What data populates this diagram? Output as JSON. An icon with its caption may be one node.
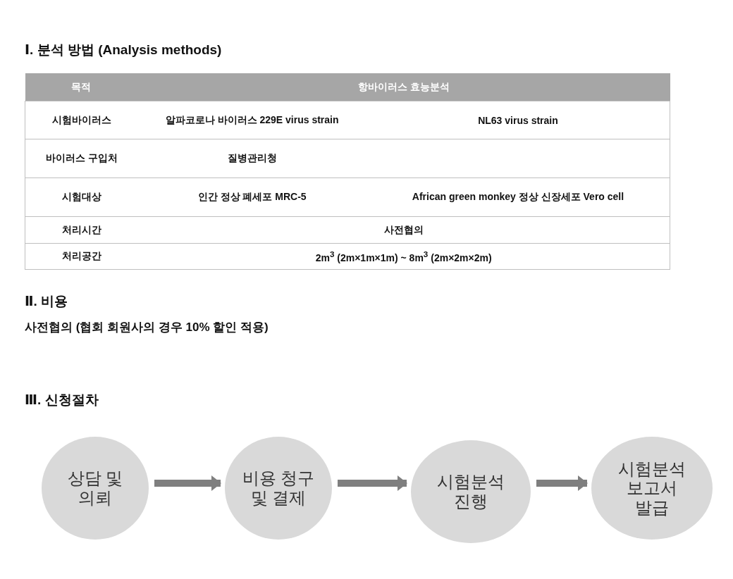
{
  "diagram": {
    "nodes": [
      {
        "text": [
          "상담 및 의뢰"
        ]
      },
      {
        "text": [
          "비용 청구 및 결제"
        ]
      },
      {
        "text": [
          "시험분석 진행"
        ]
      },
      {
        "text": [
          "시험분석 보고서 발급"
        ]
      }
    ],
    "edges": [
      {
        "from": 0,
        "to": 1,
        "arrow": "to"
      },
      {
        "from": 1,
        "to": 2,
        "arrow": "to"
      },
      {
        "from": 2,
        "to": 3,
        "arrow": "to"
      }
    ],
    "labels": [
      "Ⅰ. 분석 방법 (Analysis methods)",
      "목적",
      "항바이러스 효능분석",
      "시험바이러스",
      "알파코로나 바이러스 229E virus strain",
      "NL63 virus strain",
      "바이러스 구입처",
      "질병관리청",
      "시험대상",
      "인간 정상 폐세포 MRC-5",
      "African green monkey 정상 신장세포 Vero cell",
      "처리시간",
      "사전협의",
      "처리공간",
      "2m$^{3}$ (2m×1m×1m) ~ 8m$^{3}$ (2m×2m×2m)",
      "Ⅱ. 비용",
      "사전협의 (협회 회원사의 경우 10% 할인 적용)",
      "Ⅲ. 신청절차"
    ]
  }
}
